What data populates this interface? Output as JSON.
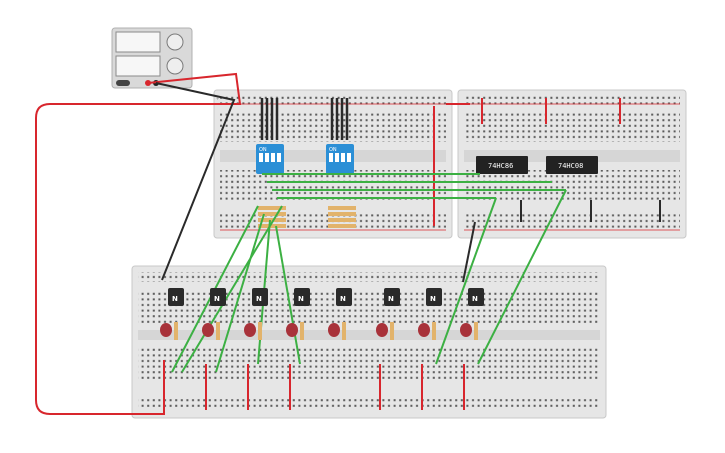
{
  "chips": {
    "left": "74HC86",
    "right": "74HC08"
  },
  "dip_switch": {
    "on_label": "ON",
    "positions": [
      "1",
      "2",
      "3",
      "4"
    ]
  },
  "transistor_label": "N",
  "colors": {
    "red_wire": "#d8262d",
    "black_wire": "#2a2a2a",
    "green_wire": "#3cb043",
    "dip_blue": "#2b8fd6",
    "breadboard": "#e6e6e6"
  }
}
